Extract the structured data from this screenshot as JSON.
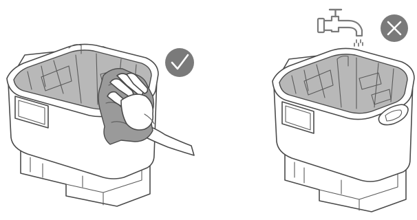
{
  "panels": [
    {
      "id": "wipe",
      "container_icon": "open-container",
      "action_icon": "hand-with-cloth",
      "status_icon": "check-circle-icon",
      "status": "allowed"
    },
    {
      "id": "rinse",
      "container_icon": "open-container",
      "action_icon": "water-faucet-icon",
      "status_icon": "cross-circle-icon",
      "status": "not-allowed"
    }
  ],
  "colors": {
    "line": "#4a4a4a",
    "interior": "#b8b8b8",
    "cloth": "#9a9a9a",
    "badge": "#7a7a7a",
    "badge_symbol": "#ffffff",
    "faucet": "#7a7a7a"
  }
}
